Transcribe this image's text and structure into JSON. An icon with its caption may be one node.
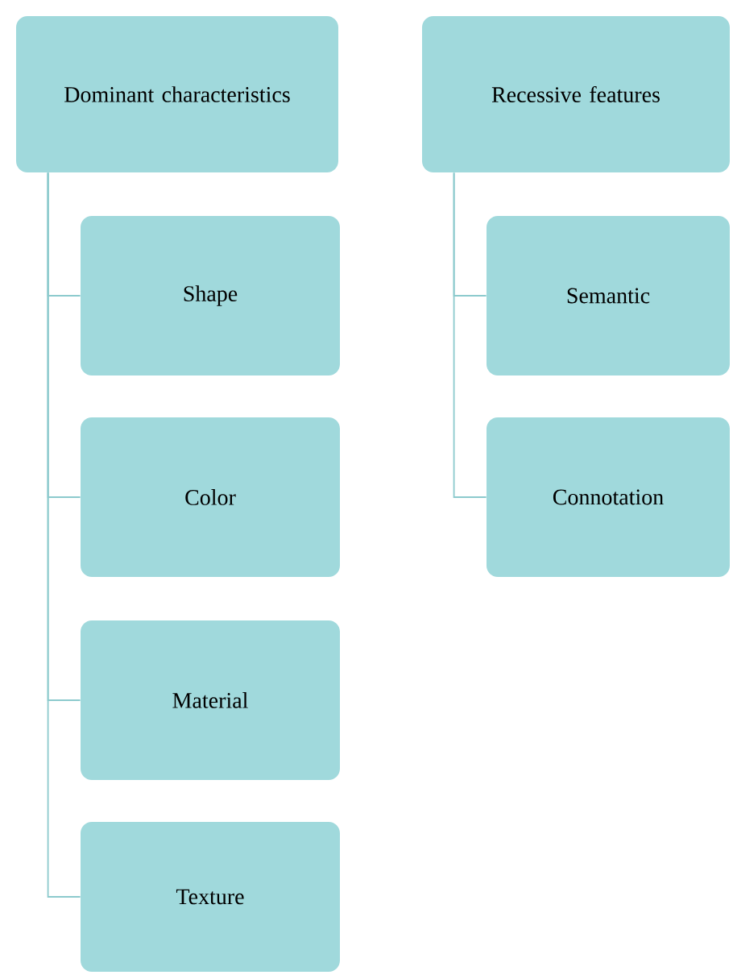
{
  "diagram": {
    "nodes": [
      {
        "text": [
          "Dominant characteristics"
        ]
      },
      {
        "text": [
          "Shape"
        ]
      },
      {
        "text": [
          "Color"
        ]
      },
      {
        "text": [
          "Material"
        ]
      },
      {
        "text": [
          "Texture"
        ]
      },
      {
        "text": [
          "Recessive features"
        ]
      },
      {
        "text": [
          "Semantic"
        ]
      },
      {
        "text": [
          "Connotation"
        ]
      }
    ],
    "edges": [
      {
        "from": 0,
        "to": 1,
        "arrow": "none"
      },
      {
        "from": 0,
        "to": 2,
        "arrow": "none"
      },
      {
        "from": 0,
        "to": 3,
        "arrow": "none"
      },
      {
        "from": 0,
        "to": 4,
        "arrow": "none"
      },
      {
        "from": 5,
        "to": 6,
        "arrow": "none"
      },
      {
        "from": 5,
        "to": 7,
        "arrow": "none"
      }
    ]
  }
}
